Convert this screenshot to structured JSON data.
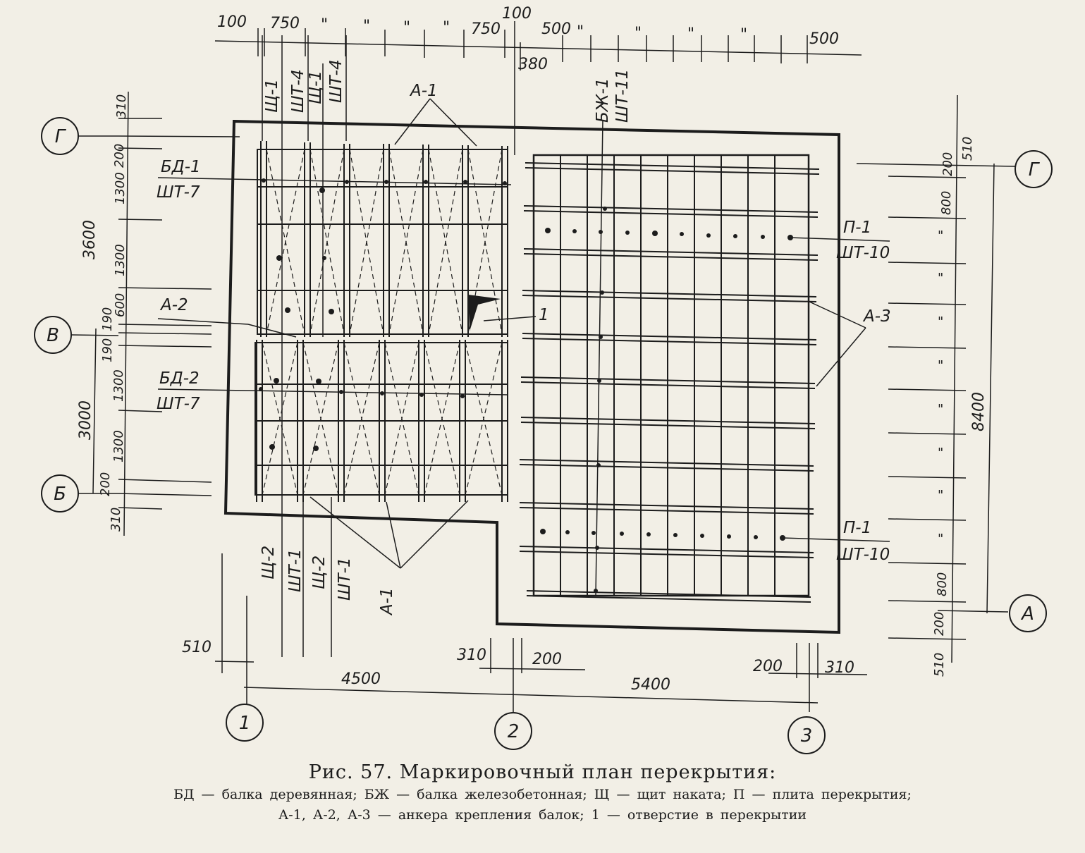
{
  "figure": {
    "title": "Рис. 57. Маркировочный план перекрытия:",
    "legend_line1": "БД — балка деревянная; БЖ — балка железобетонная; Щ — щит наката; П — плита перекрытия;",
    "legend_line2": "А-1, А-2, А-3 — анкера крепления балок; 1 — отверстие в перекрытии"
  },
  "axes": {
    "g": "Г",
    "v": "В",
    "b": "Б",
    "a": "А",
    "n1": "1",
    "n2": "2",
    "n3": "3"
  },
  "dims_top": {
    "d100a": "100",
    "d750a": "750",
    "d100b": "100",
    "d750b": "750",
    "d380": "380",
    "d500a": "500",
    "d500b": "500",
    "ditto": "\""
  },
  "dims_left": {
    "d310t": "310",
    "d200a": "200",
    "d1300a": "1300",
    "d3600": "3600",
    "d1300b": "1300",
    "d600": "600",
    "d190a": "190",
    "d190b": "190",
    "d1300c": "1300",
    "d3000": "3000",
    "d1300d": "1300",
    "d200b": "200",
    "d310b": "310"
  },
  "dims_right": {
    "d200t": "200",
    "d510t": "510",
    "d800t": "800",
    "d8400": "8400",
    "d800b": "800",
    "d200b": "200",
    "d510b": "510",
    "ditto": "\""
  },
  "dims_bottom": {
    "d510": "510",
    "d4500": "4500",
    "d310a": "310",
    "d200a": "200",
    "d5400": "5400",
    "d200b": "200",
    "d310b": "310"
  },
  "labels": {
    "shch1": "Щ-1",
    "sht4a": "ШТ-4",
    "shch1b": "Щ-1",
    "sht4b": "ШТ-4",
    "a1_top": "А-1",
    "bzh1": "БЖ-1",
    "sht11": "ШТ-11",
    "bd1": "БД-1",
    "sht7a": "ШТ-7",
    "a2": "А-2",
    "bd2": "БД-2",
    "sht7b": "ШТ-7",
    "hole": "1",
    "p1a": "П-1",
    "sht10a": "ШТ-10",
    "a3": "А-3",
    "p1b": "П-1",
    "sht10b": "ШТ-10",
    "shch2a": "Щ-2",
    "sht1a": "ШТ-1",
    "shch2b": "Щ-2",
    "sht1b": "ШТ-1",
    "a1_bottom": "А-1"
  }
}
